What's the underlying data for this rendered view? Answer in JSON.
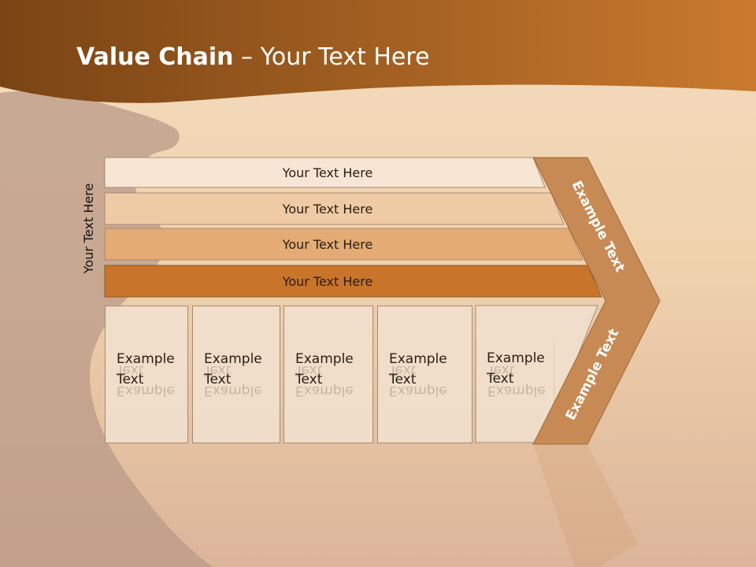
{
  "title": {
    "bold": "Value Chain",
    "rest": " – Your Text Here"
  },
  "vertical_label": "Your Text Here",
  "bars": [
    {
      "label": "Your Text Here"
    },
    {
      "label": "Your Text Here"
    },
    {
      "label": "Your Text Here"
    },
    {
      "label": "Your Text Here"
    }
  ],
  "boxes": [
    {
      "line1": "Example",
      "line2": "Text"
    },
    {
      "line1": "Example",
      "line2": "Text"
    },
    {
      "line1": "Example",
      "line2": "Text"
    },
    {
      "line1": "Example",
      "line2": "Text"
    },
    {
      "line1": "Example",
      "line2": "Text"
    }
  ],
  "chevron": {
    "upper_label": "Example Text",
    "lower_label": "Example Text"
  },
  "colors": {
    "header": "#8a4f1a",
    "chevron": "#c88a55",
    "bar1": "#f7e6d4",
    "bar2": "#efcba5",
    "bar3": "#e5ab74",
    "bar4": "#c8742b"
  }
}
